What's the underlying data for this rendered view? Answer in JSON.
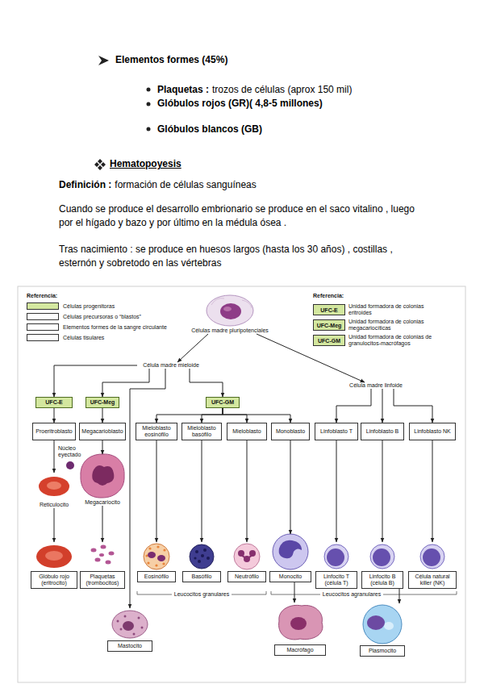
{
  "diagram": {
    "nodes": [
      {
        "text": [
          "Células madre pluripotenciales"
        ]
      },
      {
        "text": [
          "Célula madre mieloide"
        ]
      },
      {
        "text": [
          "Célula madre linfoide"
        ]
      },
      {
        "text": [
          "UFC-E"
        ]
      },
      {
        "text": [
          "UFC-Meg"
        ]
      },
      {
        "text": [
          "UFC-GM"
        ]
      },
      {
        "text": [
          "Proeritroblasto"
        ]
      },
      {
        "text": [
          "Megacarioblasto"
        ]
      },
      {
        "text": [
          "Mieloblasto eosinófilo"
        ]
      },
      {
        "text": [
          "Mieloblasto basófilo"
        ]
      },
      {
        "text": [
          "Mieloblasto"
        ]
      },
      {
        "text": [
          "Monoblasto"
        ]
      },
      {
        "text": [
          "Linfoblasto T"
        ]
      },
      {
        "text": [
          "Linfoblasto B"
        ]
      },
      {
        "text": [
          "Linfoblasto NK"
        ]
      },
      {
        "text": [
          "Reticulocito"
        ]
      },
      {
        "text": [
          "Megacariocito"
        ]
      },
      {
        "text": [
          "Glóbulo rojo (eritrocito)"
        ]
      },
      {
        "text": [
          "Plaquetas (trombocitos)"
        ]
      },
      {
        "text": [
          "Eosinófilo"
        ]
      },
      {
        "text": [
          "Basófilo"
        ]
      },
      {
        "text": [
          "Neutrófilo"
        ]
      },
      {
        "text": [
          "Monocito"
        ]
      },
      {
        "text": [
          "Linfocito T (célula T)"
        ]
      },
      {
        "text": [
          "Linfocito B (célula B)"
        ]
      },
      {
        "text": [
          "Célula natural killer (NK)"
        ]
      },
      {
        "text": [
          "Mastocito"
        ]
      },
      {
        "text": [
          "Macrófago"
        ]
      },
      {
        "text": [
          "Plasmocito"
        ]
      }
    ],
    "edges": [
      {
        "from": 0,
        "to": 1,
        "arrow": "to"
      },
      {
        "from": 0,
        "to": 2,
        "arrow": "to"
      },
      {
        "from": 1,
        "to": 3,
        "arrow": "to"
      },
      {
        "from": 1,
        "to": 4,
        "arrow": "to"
      },
      {
        "from": 1,
        "to": 5,
        "arrow": "to"
      },
      {
        "from": 1,
        "to": 26,
        "arrow": "to"
      },
      {
        "from": 2,
        "to": 12,
        "arrow": "to"
      },
      {
        "from": 2,
        "to": 13,
        "arrow": "to"
      },
      {
        "from": 2,
        "to": 14,
        "arrow": "to"
      },
      {
        "from": 3,
        "to": 6,
        "arrow": "to"
      },
      {
        "from": 4,
        "to": 7,
        "arrow": "to"
      },
      {
        "from": 5,
        "to": 8,
        "arrow": "to"
      },
      {
        "from": 5,
        "to": 9,
        "arrow": "to"
      },
      {
        "from": 5,
        "to": 10,
        "arrow": "to"
      },
      {
        "from": 5,
        "to": 11,
        "arrow": "to"
      },
      {
        "from": 6,
        "to": 15,
        "arrow": "to"
      },
      {
        "from": 7,
        "to": 16,
        "arrow": "to"
      },
      {
        "from": 15,
        "to": 17,
        "arrow": "to"
      },
      {
        "from": 16,
        "to": 18,
        "arrow": "to"
      },
      {
        "from": 8,
        "to": 19,
        "arrow": "to"
      },
      {
        "from": 9,
        "to": 20,
        "arrow": "to"
      },
      {
        "from": 10,
        "to": 21,
        "arrow": "to"
      },
      {
        "from": 11,
        "to": 22,
        "arrow": "to"
      },
      {
        "from": 12,
        "to": 23,
        "arrow": "to"
      },
      {
        "from": 13,
        "to": 24,
        "arrow": "to"
      },
      {
        "from": 14,
        "to": 25,
        "arrow": "to"
      },
      {
        "from": 22,
        "to": 27,
        "arrow": "to"
      },
      {
        "from": 24,
        "to": 28,
        "arrow": "to"
      }
    ],
    "labels": [
      "Elementos formes (45%)",
      "Plaquetas :",
      "trozos de células (aprox 150 mil)",
      "Glóbulos rojos (GR)( 4,8-5 millones)",
      "Glóbulos blancos (GB)",
      "Hematopoyesis",
      "Definición :",
      "formación de células sanguíneas",
      "Cuando se produce el desarrollo embrionario se produce en el saco vitalino , luego por el hígado y bazo y por último en la médula ósea .",
      "Tras nacimiento : se produce en huesos largos (hasta los 30 años) , costillas , esternón y sobretodo en las vértebras",
      "Referencia:",
      "Referencia:",
      "UFC-E",
      "UFC-Meg",
      "UFC-GM",
      "Núcleo eyectado",
      "Leucocitos granulares",
      "Leucocitos agranulares"
    ],
    "legend": [
      {
        "text": "Células progenitoras",
        "color": "#d3e79f"
      },
      {
        "text": "Células precursoras o “blastos”",
        "color": "#ffffff"
      },
      {
        "text": "Elementos formes de la sangre circulante",
        "color": "#ffffff"
      },
      {
        "text": "Células tisulares",
        "color": "#ffffff"
      },
      {
        "text": "Unidad formadora de colonias eritroides",
        "color": "#d3e79f"
      },
      {
        "text": "Unidad formadora de colonias megacariocíticas",
        "color": "#d3e79f"
      },
      {
        "text": "Unidad formadora de colonias de granulocitos-macrófagos",
        "color": "#d3e79f"
      }
    ]
  }
}
